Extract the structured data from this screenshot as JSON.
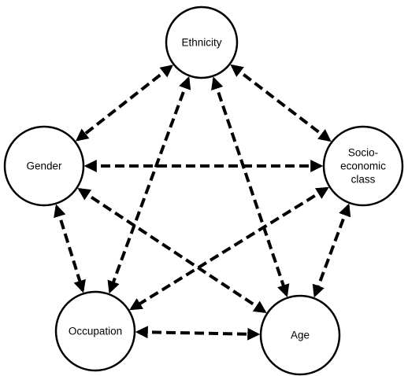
{
  "nodes": [
    {
      "id": "ethnicity",
      "label_lines": [
        "Ethnicity"
      ]
    },
    {
      "id": "gender",
      "label_lines": [
        "Gender"
      ]
    },
    {
      "id": "socio",
      "label_lines": [
        "Socio-",
        "economic",
        "class"
      ]
    },
    {
      "id": "occupation",
      "label_lines": [
        "Occupation"
      ]
    },
    {
      "id": "age",
      "label_lines": [
        "Age"
      ]
    }
  ],
  "edges": [
    {
      "from": "ethnicity",
      "to": "gender",
      "arrow": "both"
    },
    {
      "from": "ethnicity",
      "to": "socio",
      "arrow": "both"
    },
    {
      "from": "ethnicity",
      "to": "occupation",
      "arrow": "both"
    },
    {
      "from": "ethnicity",
      "to": "age",
      "arrow": "both"
    },
    {
      "from": "gender",
      "to": "socio",
      "arrow": "both"
    },
    {
      "from": "gender",
      "to": "occupation",
      "arrow": "both"
    },
    {
      "from": "gender",
      "to": "age",
      "arrow": "both"
    },
    {
      "from": "socio",
      "to": "occupation",
      "arrow": "both"
    },
    {
      "from": "socio",
      "to": "age",
      "arrow": "both"
    },
    {
      "from": "occupation",
      "to": "age",
      "arrow": "both"
    }
  ]
}
